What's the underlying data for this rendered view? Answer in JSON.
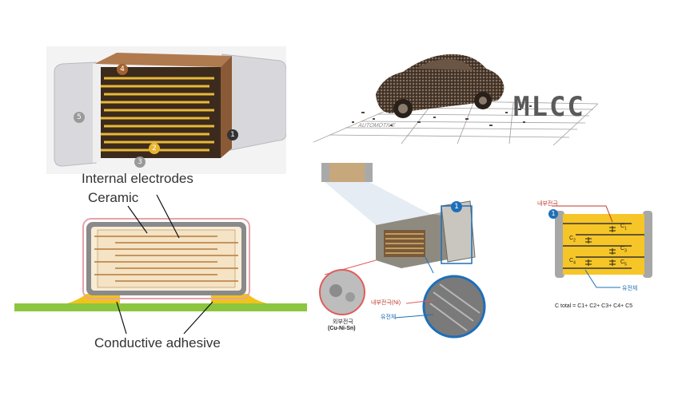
{
  "top_left": {
    "callouts": [
      "4",
      "5",
      "2",
      "3",
      "1"
    ]
  },
  "top_right": {
    "logo_text": "MLCC",
    "ground_text": "AUTOMOTIVE"
  },
  "bottom_left": {
    "label_internal": "Internal electrodes",
    "label_ceramic": "Ceramic",
    "label_adhesive": "Conductive adhesive"
  },
  "bottom_middle": {
    "callout": "1",
    "label_outer": "외부전극",
    "label_outer_sub": "(Cu-Ni-Sn)",
    "label_inner": "내부전극(Ni)",
    "label_dielectric": "유전체"
  },
  "bottom_right": {
    "callout": "1",
    "label_inner": "내부전극",
    "label_dielectric": "유전체",
    "caps": [
      "C",
      "C",
      "C",
      "C",
      "C"
    ],
    "cap_subs": [
      "1",
      "2",
      "3",
      "4",
      "5"
    ],
    "formula": "C total = C1+ C2+ C3+ C4+ C5"
  },
  "colors": {
    "electrode_gold": "#e7b93a",
    "ceramic_brown": "#9b6b46",
    "cap_yellow": "#f6c527",
    "board_green": "#8cc63f",
    "callout_blue": "#1d6fb8"
  }
}
